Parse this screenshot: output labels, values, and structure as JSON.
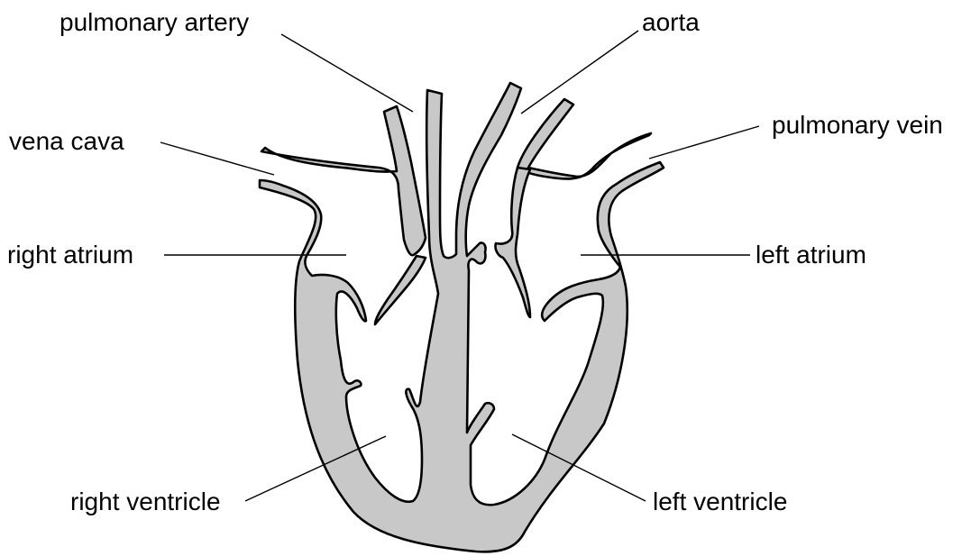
{
  "diagram": {
    "labels": {
      "pulmonary_artery": "pulmonary artery",
      "aorta": "aorta",
      "vena_cava": "vena cava",
      "pulmonary_vein": "pulmonary vein",
      "right_atrium": "right atrium",
      "left_atrium": "left atrium",
      "right_ventricle": "right ventricle",
      "left_ventricle": "left ventricle"
    },
    "colors": {
      "tissue": "#c8c8c8",
      "outline": "#000000",
      "background": "#ffffff"
    }
  }
}
